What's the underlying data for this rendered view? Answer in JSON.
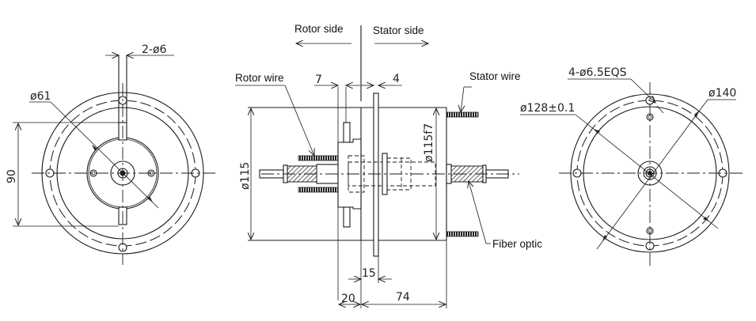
{
  "drawing": {
    "title": "Slip ring with fiber optic - dimensional drawing",
    "front_view": {
      "dimensions": {
        "shaft_holes": "2-ø6",
        "inner_diameter": "ø61",
        "height": "90"
      }
    },
    "side_view": {
      "labels": {
        "rotor_side": "Rotor side",
        "stator_side": "Stator side",
        "rotor_wire": "Rotor wire",
        "stator_wire": "Stator wire",
        "fiber_optic": "Fiber optic"
      },
      "dimensions": {
        "d7": "7",
        "d4": "4",
        "body_diameter": "ø115",
        "fit_diameter": "ø115f7",
        "d15": "15",
        "d20": "20",
        "d74": "74"
      }
    },
    "rear_view": {
      "dimensions": {
        "mounting_holes": "4-ø6.5EQS",
        "pcd": "ø128±0.1",
        "outer_diameter": "ø140"
      }
    }
  }
}
